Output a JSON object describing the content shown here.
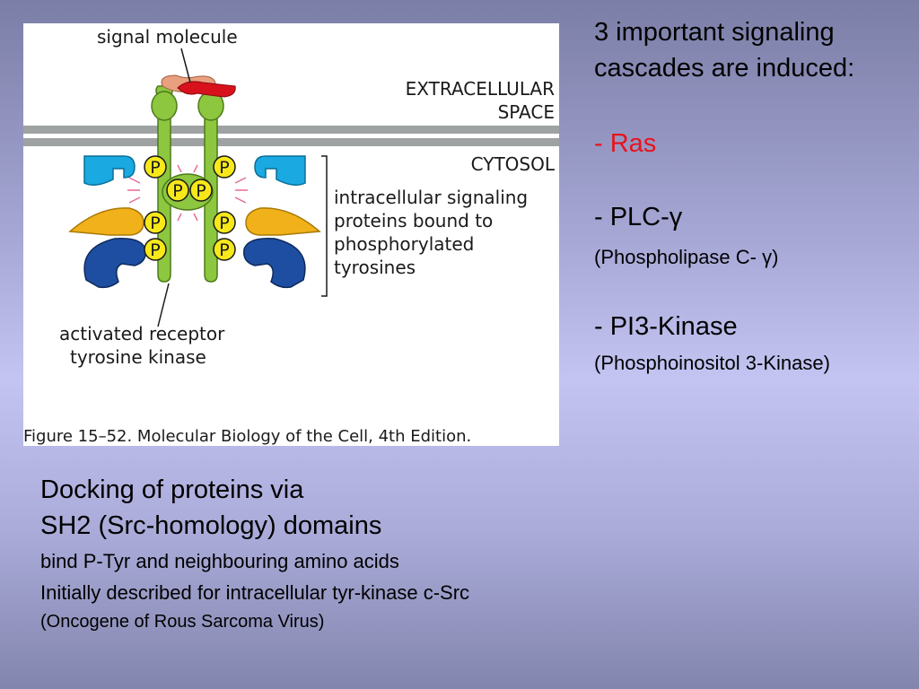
{
  "figure": {
    "signal_molecule_label": "signal molecule",
    "extracellular_label_1": "EXTRACELLULAR",
    "extracellular_label_2": "SPACE",
    "cytosol_label": "CYTOSOL",
    "intracellular_label_1": "intracellular signaling",
    "intracellular_label_2": "proteins bound to",
    "intracellular_label_3": "phosphorylated",
    "intracellular_label_4": "tyrosines",
    "receptor_label_1": "activated receptor",
    "receptor_label_2": "tyrosine kinase",
    "phospho_label": "P",
    "caption": "Figure 15–52. Molecular Biology of the Cell, 4th Edition."
  },
  "right_text": {
    "heading_line1": "3 important signaling",
    "heading_line2": "cascades are induced:",
    "item_ras": "- Ras",
    "item_plc": "- PLC-γ",
    "item_plc_sub": "(Phospholipase C- γ)",
    "item_pi3k": "- PI3-Kinase",
    "item_pi3k_sub": "(Phosphoinositol 3-Kinase)"
  },
  "bottom_text": {
    "line1": "Docking of proteins via",
    "line2": "SH2 (Src-homology) domains",
    "line3": "bind P-Tyr and neighbouring amino acids",
    "line4": "Initially described for intracellular tyr-kinase c-Src",
    "line5": "(Oncogene of Rous Sarcoma Virus)"
  }
}
